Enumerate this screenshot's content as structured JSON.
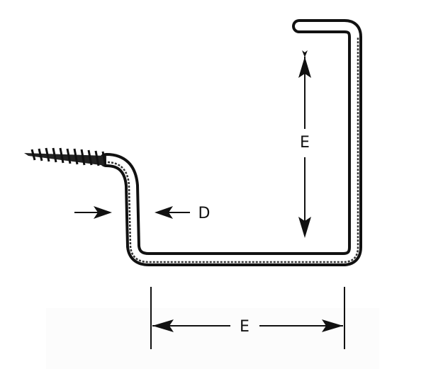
{
  "labels": {
    "height_dimension": "E",
    "width_dimension": "E",
    "diameter_dimension": "D"
  },
  "colors": {
    "ink": "#111111",
    "background": "#ffffff"
  }
}
